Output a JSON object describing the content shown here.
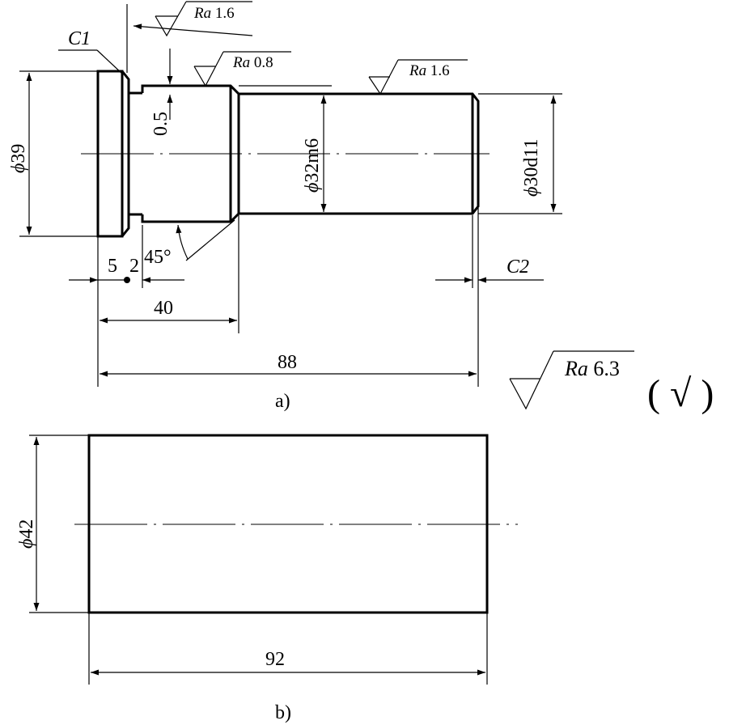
{
  "views": {
    "a": {
      "caption": "a)"
    },
    "b": {
      "caption": "b)"
    }
  },
  "dimensions": {
    "d39": {
      "symbol": "ϕ",
      "value": "39"
    },
    "d32": {
      "symbol": "ϕ",
      "value": "32m6"
    },
    "d30": {
      "symbol": "ϕ",
      "value": "30d11"
    },
    "d42": {
      "symbol": "ϕ",
      "value": "42"
    },
    "groove_depth": "0.5",
    "len_5": "5",
    "len_2": "2",
    "angle": "45°",
    "len_40": "40",
    "len_88": "88",
    "len_92": "92",
    "chamfer_c1": "C1",
    "chamfer_c2": "C2"
  },
  "roughness": {
    "face": {
      "label": "Ra",
      "value": "1.6"
    },
    "shoulder": {
      "label": "Ra",
      "value": "0.8"
    },
    "shaft": {
      "label": "Ra",
      "value": "1.6"
    },
    "general": {
      "label": "Ra",
      "value": "6.3"
    },
    "general_check": "( √ )"
  }
}
